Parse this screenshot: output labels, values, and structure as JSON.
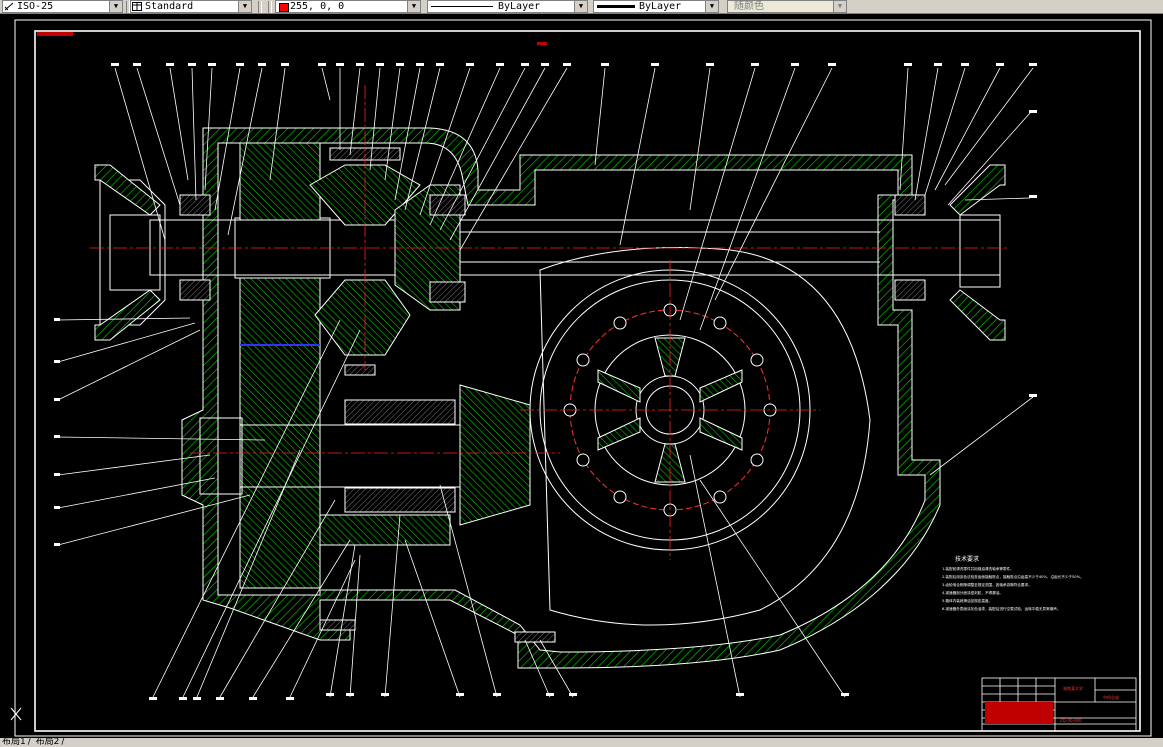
{
  "toolbar": {
    "dimstyle_value": "ISO-25",
    "tablestyle_value": "Standard",
    "color_value": "255, 0, 0",
    "color_swatch": "#ff0000",
    "linetype_value": "ByLayer",
    "lineweight_value": "ByLayer",
    "plotstyle_value": "随颜色"
  },
  "drawing": {
    "background": "#000000",
    "hatch_color": "#00c800",
    "line_color": "#ffffff",
    "center_color": "#ff0000"
  },
  "technical_requirements": {
    "title": "技术要求",
    "items": [
      "1.装配前清洗零件并用煤油清洗轴承等零件。",
      "2.装配后用涂色法检查齿面接触斑点，接触斑点沿齿高不少于40%，沿齿长不少于50%。",
      "3.齿轮啮合侧隙调整至规定范围，各轴承游隙符合要求。",
      "4.减速器剖分面涂密封胶，不得漏油。",
      "5.箱体内装润滑油至规定高度。",
      "6.减速器外表面涂灰色油漆，装配后进行空载试验，运转平稳无异常噪声。"
    ]
  },
  "title_block": {
    "school": "湖南某大学",
    "drawing_name": "中桥总成",
    "drawing_no": "ZQ-00-000"
  },
  "layout_tabs": [
    "布局1",
    "布局2"
  ]
}
